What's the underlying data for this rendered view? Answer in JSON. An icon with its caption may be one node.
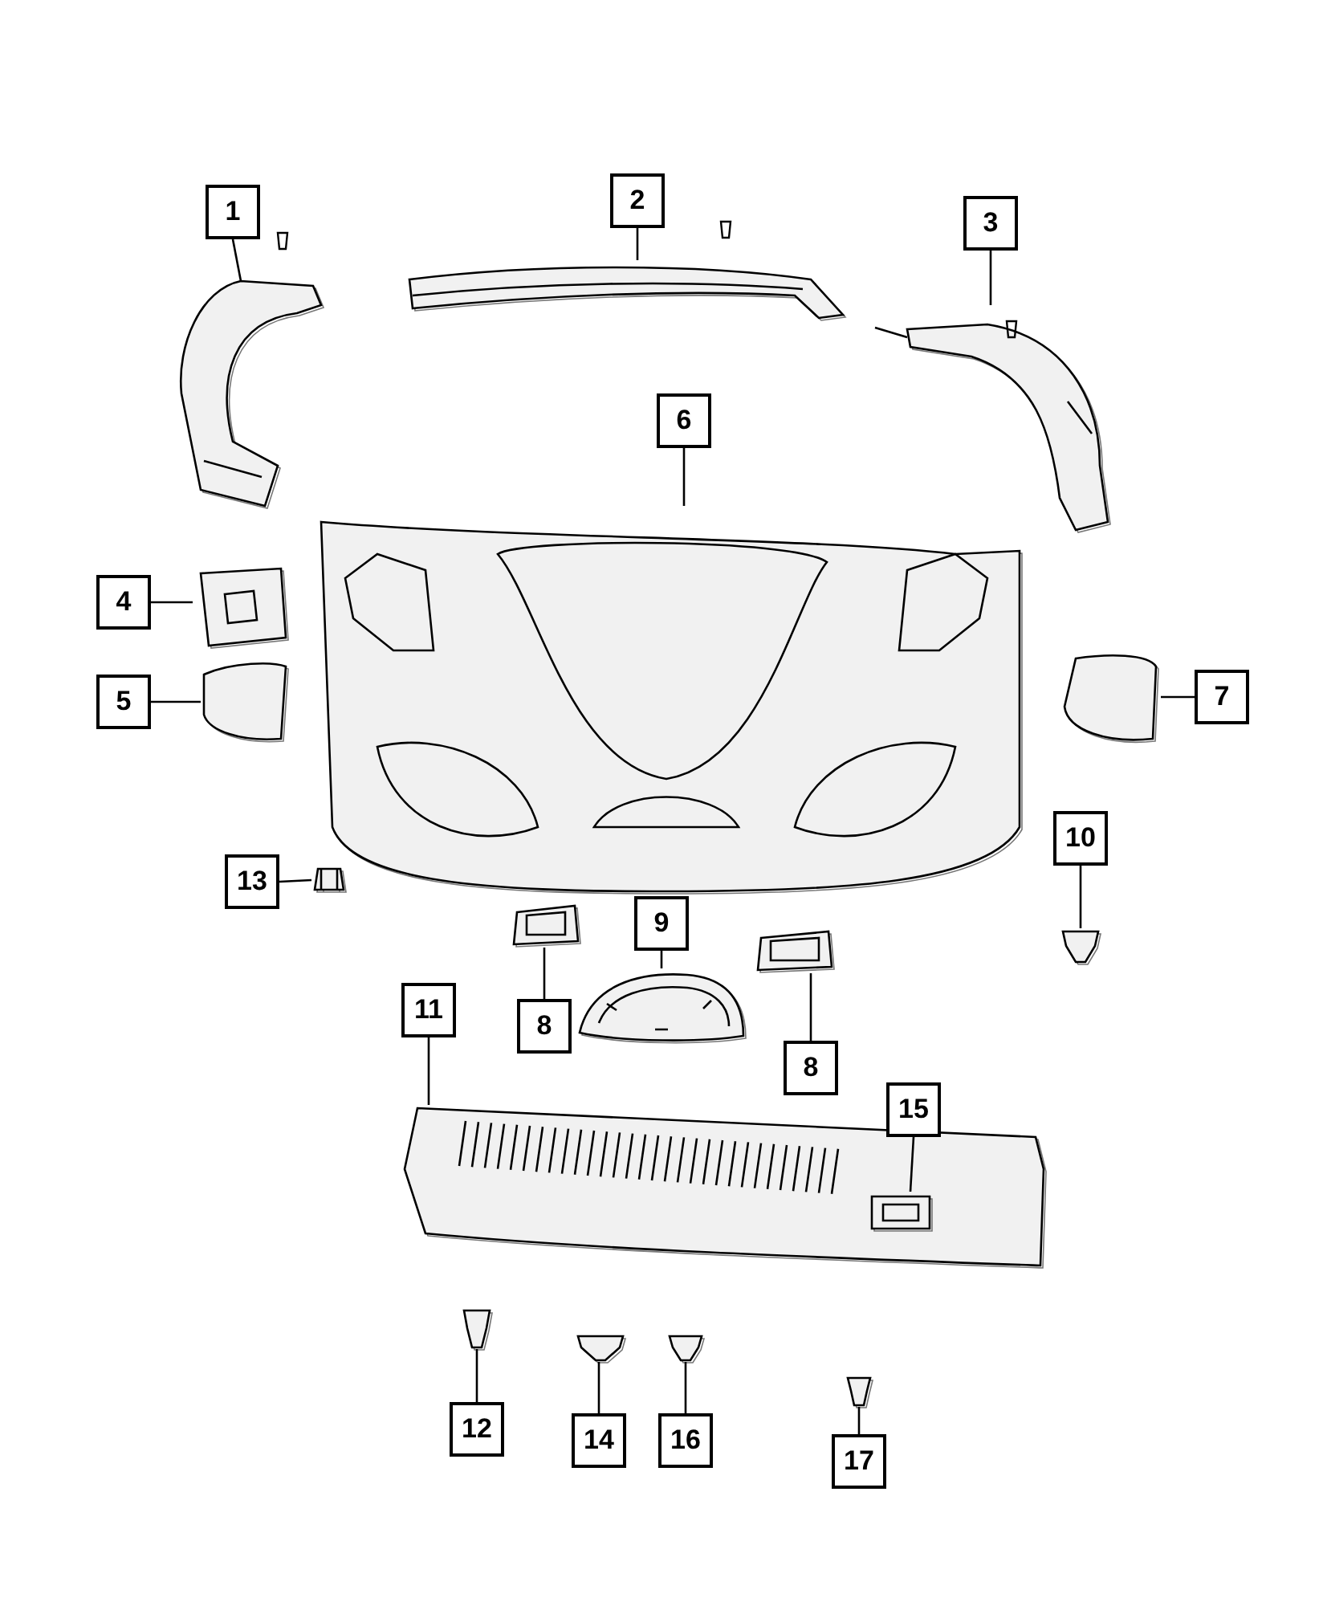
{
  "diagram": {
    "nodes": [
      {
        "text": [
          "1"
        ]
      },
      {
        "text": [],
        "shape": "picture"
      },
      {
        "text": [
          "2"
        ]
      },
      {
        "text": [],
        "shape": "picture"
      },
      {
        "text": [
          "3"
        ]
      },
      {
        "text": [],
        "shape": "picture"
      },
      {
        "text": [
          "6"
        ]
      },
      {
        "text": [],
        "shape": "picture"
      },
      {
        "text": [
          "4"
        ]
      },
      {
        "text": [],
        "shape": "picture"
      },
      {
        "text": [
          "5"
        ]
      },
      {
        "text": [],
        "shape": "picture"
      },
      {
        "text": [
          "7"
        ]
      },
      {
        "text": [],
        "shape": "picture"
      },
      {
        "text": [
          "10"
        ]
      },
      {
        "text": [],
        "shape": "picture"
      },
      {
        "text": [
          "13"
        ]
      },
      {
        "text": [],
        "shape": "picture"
      },
      {
        "text": [
          "9"
        ]
      },
      {
        "text": [],
        "shape": "picture"
      },
      {
        "text": [
          "8"
        ]
      },
      {
        "text": [],
        "shape": "picture"
      },
      {
        "text": [
          "8"
        ]
      },
      {
        "text": [],
        "shape": "picture"
      },
      {
        "text": [
          "11"
        ]
      },
      {
        "text": [],
        "shape": "picture"
      },
      {
        "text": [
          "15"
        ]
      },
      {
        "text": [],
        "shape": "picture",
        "in": 25
      },
      {
        "text": [
          "12"
        ]
      },
      {
        "text": [],
        "shape": "picture"
      },
      {
        "text": [
          "14"
        ]
      },
      {
        "text": [],
        "shape": "picture"
      },
      {
        "text": [
          "16"
        ]
      },
      {
        "text": [],
        "shape": "picture"
      },
      {
        "text": [
          "17"
        ]
      },
      {
        "text": [],
        "shape": "picture"
      }
    ],
    "edges": [
      {
        "from": 0,
        "to": 1,
        "arrow": "none"
      },
      {
        "from": 2,
        "to": 3,
        "arrow": "none"
      },
      {
        "from": 4,
        "to": 5,
        "arrow": "none"
      },
      {
        "from": 6,
        "to": 7,
        "arrow": "none"
      },
      {
        "from": 8,
        "to": 9,
        "arrow": "none"
      },
      {
        "from": 10,
        "to": 11,
        "arrow": "none"
      },
      {
        "from": 12,
        "to": 13,
        "arrow": "none"
      },
      {
        "from": 14,
        "to": 15,
        "arrow": "none"
      },
      {
        "from": 16,
        "to": 17,
        "arrow": "none"
      },
      {
        "from": 18,
        "to": 19,
        "arrow": "none"
      },
      {
        "from": 20,
        "to": 21,
        "arrow": "none"
      },
      {
        "from": 22,
        "to": 23,
        "arrow": "none"
      },
      {
        "from": 24,
        "to": 25,
        "arrow": "none"
      },
      {
        "from": 26,
        "to": 27,
        "arrow": "none"
      },
      {
        "from": 28,
        "to": 29,
        "arrow": "none"
      },
      {
        "from": 30,
        "to": 31,
        "arrow": "none"
      },
      {
        "from": 32,
        "to": 33,
        "arrow": "none"
      },
      {
        "from": 34,
        "to": 35,
        "arrow": "none"
      }
    ]
  }
}
